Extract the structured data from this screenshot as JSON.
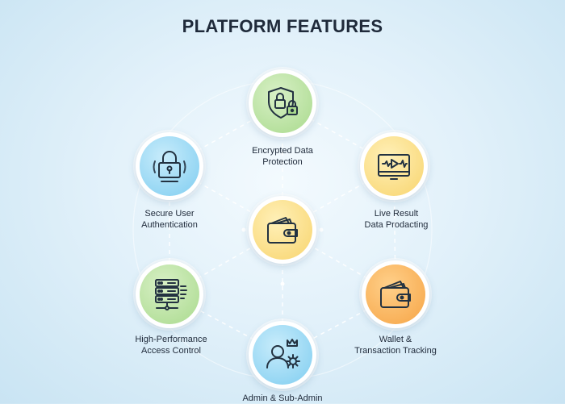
{
  "title": "PLATFORM FEATURES",
  "features": [
    {
      "id": "encrypted",
      "line1": "Encrypted Data",
      "line2": "Protection",
      "icon": "shield-lock-icon"
    },
    {
      "id": "live-result",
      "line1": "Live Result",
      "line2": "Data Prodacting",
      "icon": "video-player-icon"
    },
    {
      "id": "wallet",
      "line1": "Wallet &",
      "line2": "Transaction Tracking",
      "icon": "wallet-icon"
    },
    {
      "id": "admin",
      "line1": "Admin & Sub-Admin",
      "line2": "",
      "icon": "admin-crown-gear-icon"
    },
    {
      "id": "access-control",
      "line1": "High-Performance",
      "line2": "Access Control",
      "icon": "server-stack-icon"
    },
    {
      "id": "auth",
      "line1": "Secure User",
      "line2": "Authentication",
      "icon": "padlock-icon"
    }
  ],
  "center": {
    "icon": "wallet-icon"
  },
  "colors": {
    "green": "#a9da8d",
    "blue": "#7fcdf0",
    "yellow": "#f8d46d",
    "orange": "#f6a445",
    "line": "#ffffff",
    "text": "#1f2a3a"
  }
}
